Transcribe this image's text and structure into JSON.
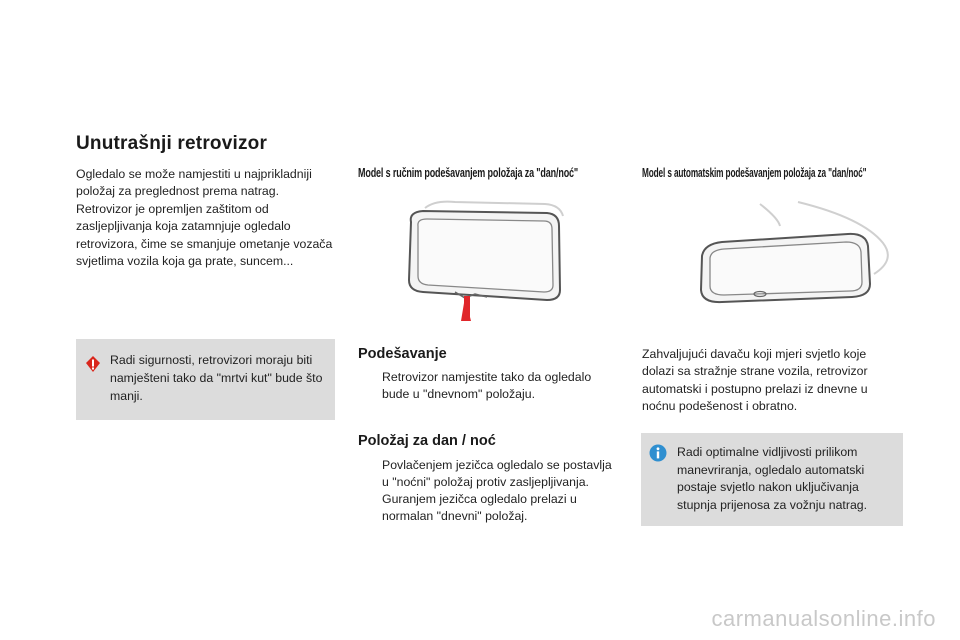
{
  "main": {
    "title": "Unutrašnji retrovizor",
    "intro": "Ogledalo se može namjestiti u najprikladniji položaj za preglednost prema natrag. Retrovizor je opremljen zaštitom od zasljepljivanja koja zatamnjuje ogledalo retrovizora, čime se smanjuje ometanje vozača svjetlima vozila koja ga prate, suncem...",
    "warning_text": "Radi sigurnosti, retrovizori moraju biti namješteni tako da \"mrtvi kut\" bude što manji."
  },
  "manual": {
    "heading": "Model s ručnim podešavanjem položaja za \"dan/noć\"",
    "adjust_title": "Podešavanje",
    "adjust_bullet": "Retrovizor namjestite tako da ogledalo bude u \"dnevnom\" položaju.",
    "daynight_title": "Položaj za dan / noć",
    "daynight_bullet_1": "Povlačenjem jezičca ogledalo se postavlja u \"noćni\" položaj protiv zasljepljivanja.",
    "daynight_bullet_2": "Guranjem jezičca ogledalo prelazi u normalan \"dnevni\" položaj.",
    "bullet_marker": ""
  },
  "automatic": {
    "heading": "Model s automatskim podešavanjem položaja za \"dan/noć\"",
    "text": "Zahvaljujući davaču koji mjeri svjetlo koje dolazi sa stražnje strane vozila, retrovizor automatski i postupno prelazi iz dnevne u noćnu podešenost i obratno.",
    "info_text": "Radi optimalne vidljivosti prilikom manevriranja, ogledalo automatski postaje svjetlo nakon uključivanja stupnja prijenosa za vožnju natrag."
  },
  "watermark": "carmanualsonline.info",
  "colors": {
    "warning_red": "#d9261c",
    "info_blue": "#2f8fd0",
    "arrow_red": "#e0262a",
    "box_gray": "#dcdcdc"
  }
}
